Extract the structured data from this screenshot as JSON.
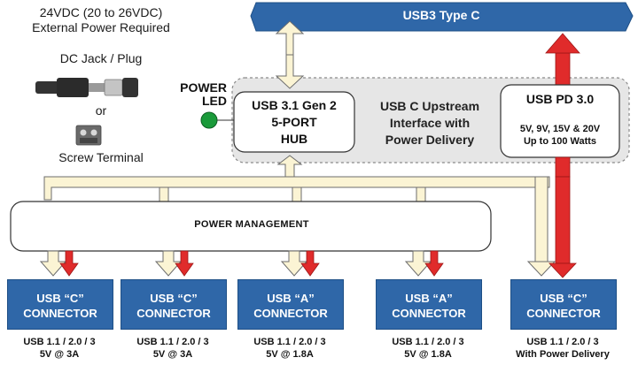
{
  "external_power": {
    "voltage": "24VDC (20 to 26VDC)",
    "required": "External Power Required",
    "dc_jack": "DC Jack / Plug",
    "or": "or",
    "screw_terminal": "Screw Terminal"
  },
  "power_led": {
    "line1": "POWER",
    "line2": "LED",
    "color": "#1a9a3a"
  },
  "hub": {
    "line1": "USB 3.1 Gen 2",
    "line2": "5-PORT",
    "line3": "HUB"
  },
  "upstream": {
    "line1": "USB C Upstream",
    "line2": "Interface with",
    "line3": "Power Delivery"
  },
  "pd": {
    "title": "USB PD 3.0",
    "line1": "5V, 9V, 15V & 20V",
    "line2": "Up to 100 Watts"
  },
  "usb3_bar": {
    "label": "USB3 Type C",
    "color": "#2f67a8"
  },
  "power_management": {
    "label": "POWER MANAGEMENT"
  },
  "connectors": [
    {
      "line1": "USB “C”",
      "line2": "CONNECTOR",
      "spec1": "USB 1.1 / 2.0 / 3",
      "spec2": "5V @ 3A"
    },
    {
      "line1": "USB “C”",
      "line2": "CONNECTOR",
      "spec1": "USB 1.1 / 2.0 / 3",
      "spec2": "5V @ 3A"
    },
    {
      "line1": "USB “A”",
      "line2": "CONNECTOR",
      "spec1": "USB 1.1 / 2.0 / 3",
      "spec2": "5V @ 1.8A"
    },
    {
      "line1": "USB “A”",
      "line2": "CONNECTOR",
      "spec1": "USB 1.1 / 2.0 / 3",
      "spec2": "5V @ 1.8A"
    },
    {
      "line1": "USB “C”",
      "line2": "CONNECTOR",
      "spec1": "USB 1.1 / 2.0 / 3",
      "spec2": "With Power Delivery"
    }
  ],
  "colors": {
    "connector_blue": "#2f67a8",
    "data_arrow_fill": "#fbf4d4",
    "power_arrow_red": "#e02b2b",
    "dashed_panel": "#e6e6e6"
  }
}
